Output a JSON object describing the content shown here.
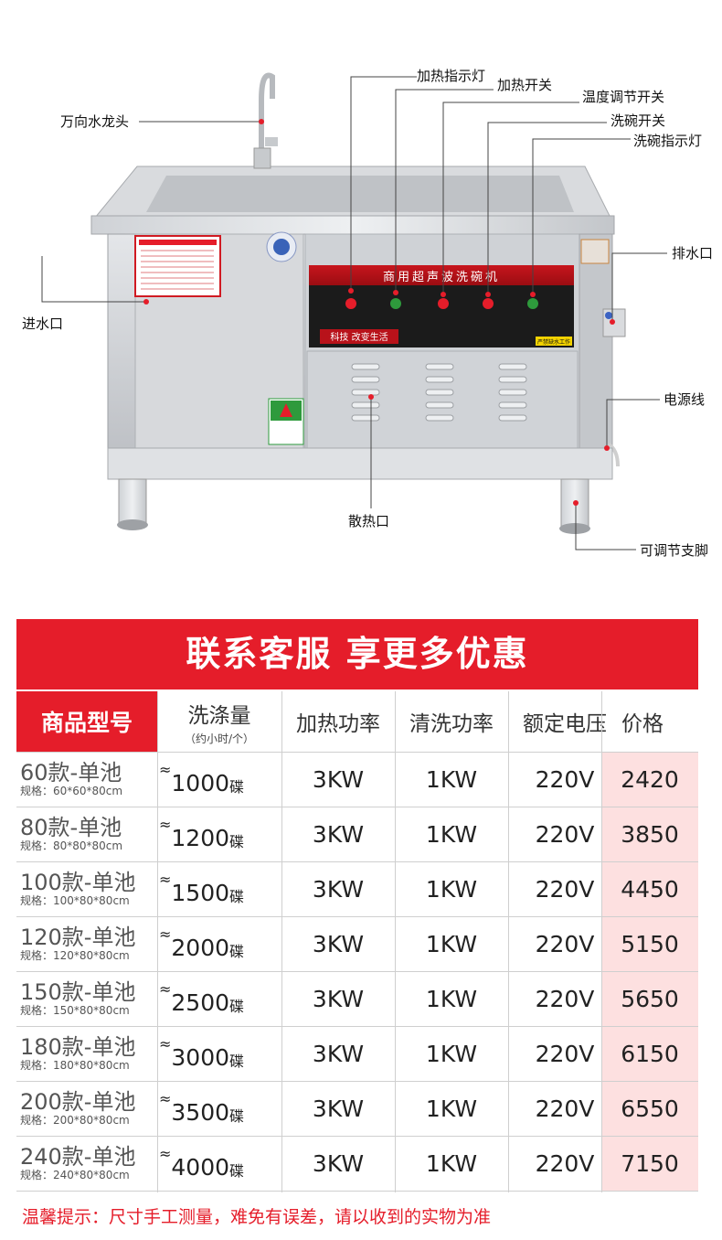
{
  "callouts": {
    "faucet": "万向水龙头",
    "heat_indicator": "加热指示灯",
    "heat_switch": "加热开关",
    "temp_switch": "温度调节开关",
    "wash_switch": "洗碗开关",
    "wash_indicator": "洗碗指示灯",
    "drain": "排水口",
    "inlet": "进水口",
    "power_cord": "电源线",
    "vent": "散热口",
    "adjustable_feet": "可调节支脚"
  },
  "machine": {
    "panel_title": "商用超声波洗碗机",
    "panel_slogan": "科技 改变生活",
    "panel_badge": "严禁缺水工作"
  },
  "banner": "联系客服  享更多优惠",
  "table": {
    "headers": {
      "model": "商品型号",
      "capacity": "洗涤量",
      "capacity_sub": "（约小时/个）",
      "heat_power": "加热功率",
      "wash_power": "清洗功率",
      "voltage": "额定电压",
      "price": "价格"
    },
    "rows": [
      {
        "model": "60款-单池",
        "spec": "规格：60*60*80cm",
        "approx": "≈",
        "capacity": "1000",
        "unit": "碟",
        "heat": "3KW",
        "wash": "1KW",
        "voltage": "220V",
        "price": "2420"
      },
      {
        "model": "80款-单池",
        "spec": "规格：80*80*80cm",
        "approx": "≈",
        "capacity": "1200",
        "unit": "碟",
        "heat": "3KW",
        "wash": "1KW",
        "voltage": "220V",
        "price": "3850"
      },
      {
        "model": "100款-单池",
        "spec": "规格：100*80*80cm",
        "approx": "≈",
        "capacity": "1500",
        "unit": "碟",
        "heat": "3KW",
        "wash": "1KW",
        "voltage": "220V",
        "price": "4450"
      },
      {
        "model": "120款-单池",
        "spec": "规格：120*80*80cm",
        "approx": "≈",
        "capacity": "2000",
        "unit": "碟",
        "heat": "3KW",
        "wash": "1KW",
        "voltage": "220V",
        "price": "5150"
      },
      {
        "model": "150款-单池",
        "spec": "规格：150*80*80cm",
        "approx": "≈",
        "capacity": "2500",
        "unit": "碟",
        "heat": "3KW",
        "wash": "1KW",
        "voltage": "220V",
        "price": "5650"
      },
      {
        "model": "180款-单池",
        "spec": "规格：180*80*80cm",
        "approx": "≈",
        "capacity": "3000",
        "unit": "碟",
        "heat": "3KW",
        "wash": "1KW",
        "voltage": "220V",
        "price": "6150"
      },
      {
        "model": "200款-单池",
        "spec": "规格：200*80*80cm",
        "approx": "≈",
        "capacity": "3500",
        "unit": "碟",
        "heat": "3KW",
        "wash": "1KW",
        "voltage": "220V",
        "price": "6550"
      },
      {
        "model": "240款-单池",
        "spec": "规格：240*80*80cm",
        "approx": "≈",
        "capacity": "4000",
        "unit": "碟",
        "heat": "3KW",
        "wash": "1KW",
        "voltage": "220V",
        "price": "7150"
      }
    ]
  },
  "note": "温馨提示：尺寸手工测量，难免有误差，请以收到的实物为准",
  "colors": {
    "accent_red": "#e51d2a",
    "price_bg": "#fde0e0",
    "steel": "#c9cbcf"
  }
}
